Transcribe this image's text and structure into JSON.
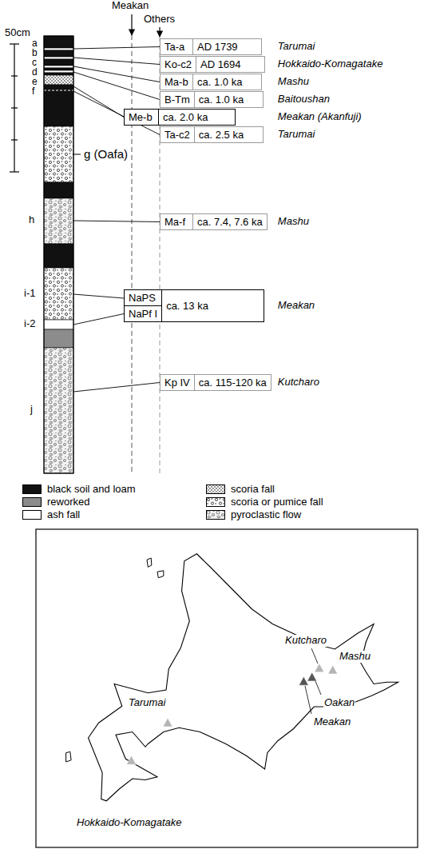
{
  "diagram": {
    "nodes": [
      {
        "text": [
          "Ta-a",
          "AD 1739"
        ]
      },
      {
        "text": [
          "Ko-c2",
          "AD 1694"
        ]
      },
      {
        "text": [
          "Ma-b",
          "ca. 1.0 ka"
        ]
      },
      {
        "text": [
          "B-Tm",
          "ca. 1.0 ka"
        ]
      },
      {
        "text": [
          "Me-b",
          "ca. 2.0 ka"
        ]
      },
      {
        "text": [
          "Ta-c2",
          "ca. 2.5 ka"
        ]
      },
      {
        "text": [
          "Ma-f",
          "ca. 7.4, 7.6 ka"
        ]
      },
      {
        "text": [
          "NaPS",
          "NaPf I",
          "ca. 13 ka"
        ]
      },
      {
        "text": [
          "Kp IV",
          "ca. 115-120 ka"
        ]
      }
    ],
    "labels": [
      "Meakan",
      "Others",
      "50cm",
      "a",
      "b",
      "c",
      "d",
      "e",
      "f",
      "g (Oafa)",
      "h",
      "i-1",
      "i-2",
      "j",
      "Tarumai",
      "Hokkaido-Komagatake",
      "Mashu",
      "Baitoushan",
      "Meakan (Akanfuji)",
      "Tarumai",
      "Mashu",
      "Meakan",
      "Kutcharo",
      "Tarumai",
      "Hokkaido-Komagatake",
      "Kutcharo",
      "Mashu",
      "Oakan",
      "Meakan"
    ],
    "legend": [
      {
        "text": "black soil and loam",
        "color": "#111111"
      },
      {
        "text": "reworked",
        "color": "#8c8c8c"
      },
      {
        "text": "ash fall",
        "color": "#ffffff"
      },
      {
        "text": "scoria fall"
      },
      {
        "text": "scoria or pumice fall"
      },
      {
        "text": "pyroclastic flow"
      }
    ]
  }
}
